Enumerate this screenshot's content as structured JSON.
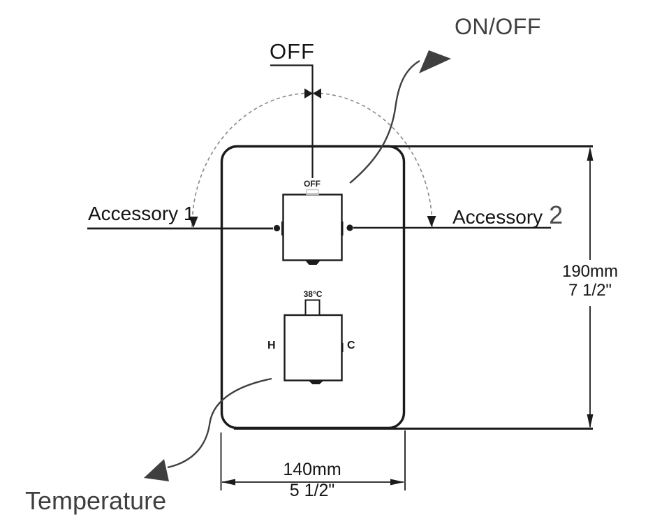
{
  "diagram": {
    "top_label": "OFF",
    "on_off_label": "ON/OFF",
    "temperature_label": "Temperature",
    "accessory_left": "Accessory 1",
    "accessory_right_word": "Accessory",
    "accessory_right_number": "2",
    "upper_knob": {
      "label": "OFF"
    },
    "lower_knob": {
      "temp": "38°C",
      "hot": "H",
      "cold": "C"
    },
    "dims": {
      "height_metric": "190mm",
      "height_imperial": "7 1/2\"",
      "width_metric": "140mm",
      "width_imperial": "5 1/2\""
    },
    "colors": {
      "ink": "#1b1b1b",
      "annotation": "#3f3f3f",
      "arc_gray": "#8a8a8a",
      "background": "#ffffff"
    }
  }
}
